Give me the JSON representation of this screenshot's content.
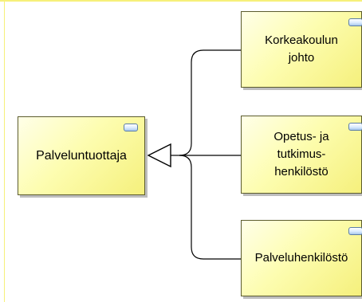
{
  "diagram": {
    "nodes": [
      {
        "label": "Palveluntuottaja"
      },
      {
        "label": "Korkeakoulun\njohto"
      },
      {
        "label": "Opetus- ja\ntutkimus-\nhenkilöstö"
      },
      {
        "label": "Palveluhenkilöstö"
      }
    ],
    "relationship_icon": "specialization-hollow-triangle-arrow",
    "node_icon": "business-role-icon",
    "colors": {
      "node_fill": "#fdfdb0",
      "node_border": "#5c5c2e",
      "connector": "#000000",
      "frame": "#f6f07a"
    }
  }
}
